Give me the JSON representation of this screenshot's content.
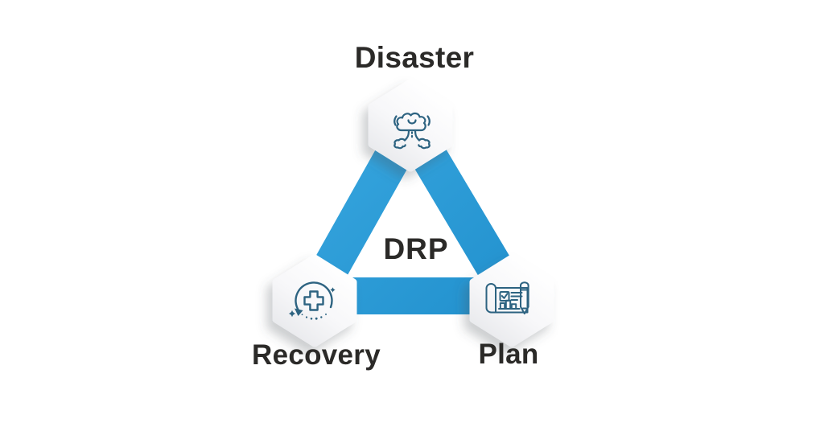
{
  "diagram": {
    "center_label": "DRP",
    "nodes": [
      {
        "id": "disaster",
        "label": "Disaster",
        "icon": "mushroom-cloud-explosion-icon",
        "position": "top"
      },
      {
        "id": "recovery",
        "label": "Recovery",
        "icon": "medical-cross-restore-arrow-icon",
        "position": "bottom-left"
      },
      {
        "id": "plan",
        "label": "Plan",
        "icon": "blueprint-checklist-pencil-icon",
        "position": "bottom-right"
      }
    ],
    "colors": {
      "background": "#FFFFFF",
      "connector_blue": "#2E9BD6",
      "connector_blue_light": "#37A6DF",
      "connector_blue_dark": "#2190CD",
      "icon_stroke": "#2D6381",
      "label_text": "#2B2A28",
      "hexagon_fill_light": "#FFFFFF",
      "hexagon_fill_shade": "#E8E9EC"
    }
  }
}
